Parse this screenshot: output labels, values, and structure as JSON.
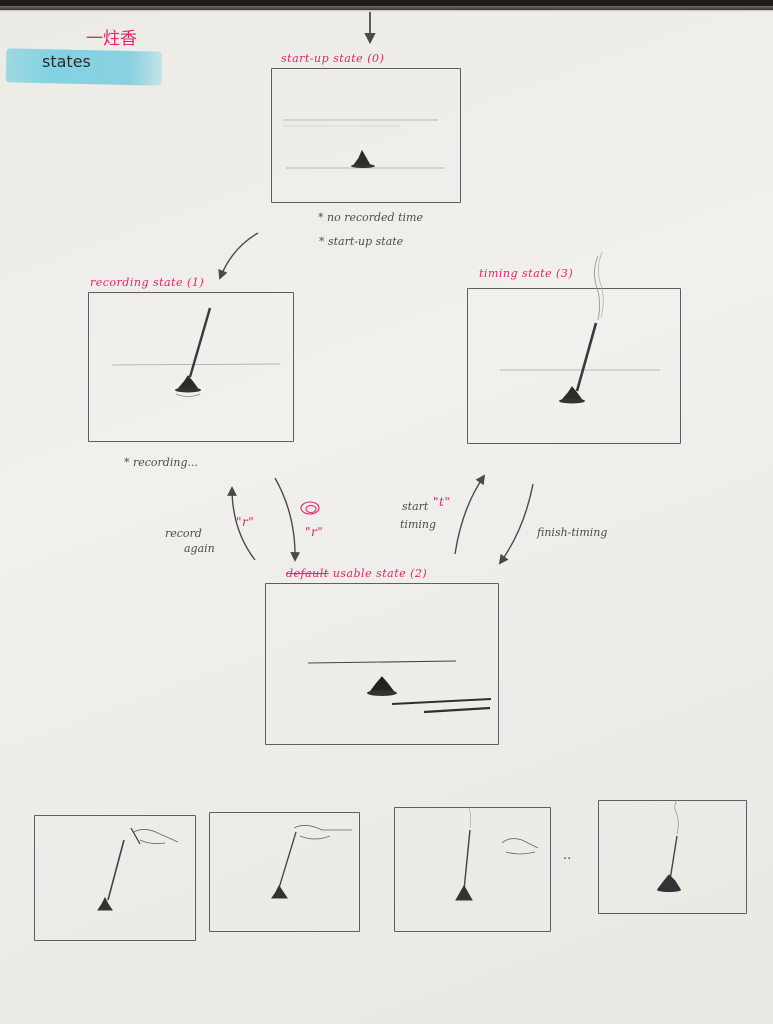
{
  "header": {
    "title_cn": "一炷香",
    "tag": "states"
  },
  "states": {
    "startup": {
      "title": "start-up state (0)",
      "notes": [
        "* no recorded time",
        "* start-up state"
      ]
    },
    "recording": {
      "title": "recording state (1)",
      "note": "* recording..."
    },
    "timing": {
      "title": "timing state (3)"
    },
    "usable": {
      "title_struck": "default",
      "title": "usable state (2)"
    }
  },
  "transitions": {
    "record_again": {
      "label_line1": "record",
      "label_line2": "again",
      "key": "\"r\""
    },
    "to_usable": {
      "key": "\"r\""
    },
    "start_timing": {
      "label_line1": "start",
      "label_line2": "timing",
      "key": "\"t\""
    },
    "finish_timing": {
      "label": "finish-timing"
    }
  },
  "storyboard": {
    "ellipsis": ".."
  },
  "colors": {
    "ink_pink": "#e2246f",
    "pencil": "#4b4b4b",
    "highlighter": "#6ccde2",
    "paper": "#ecebe6"
  }
}
